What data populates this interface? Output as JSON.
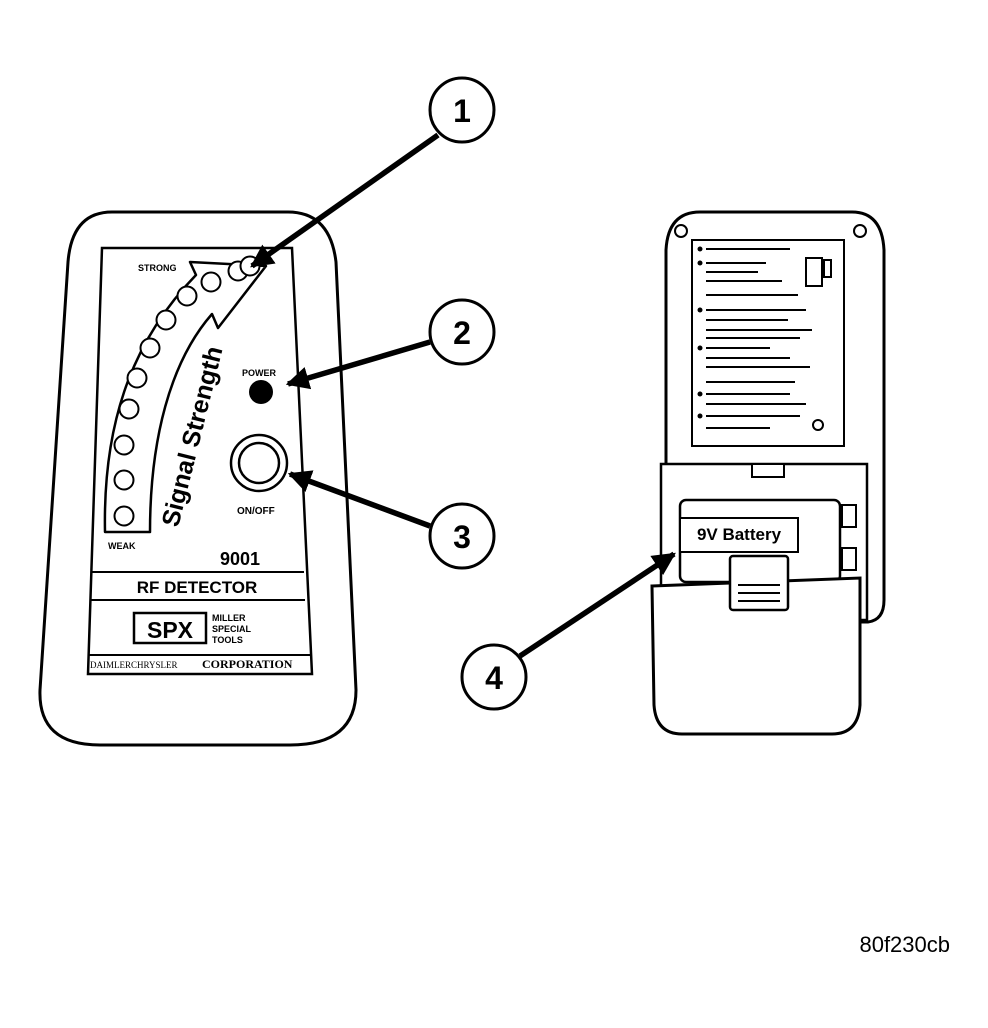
{
  "front": {
    "strong_label": "STRONG",
    "weak_label": "WEAK",
    "arrow_text": "Signal Strength",
    "power_label": "POWER",
    "onoff_label": "ON/OFF",
    "model": "9001",
    "title": "RF DETECTOR",
    "brand": "SPX",
    "brand_lines": [
      "MILLER",
      "SPECIAL",
      "TOOLS"
    ],
    "maker_left": "DAIMLERCHRYSLER",
    "maker_right": "CORPORATION",
    "led_count": 11
  },
  "back": {
    "battery_label": "9V Battery"
  },
  "callouts": [
    "1",
    "2",
    "3",
    "4"
  ],
  "figure_ref": "80f230cb"
}
